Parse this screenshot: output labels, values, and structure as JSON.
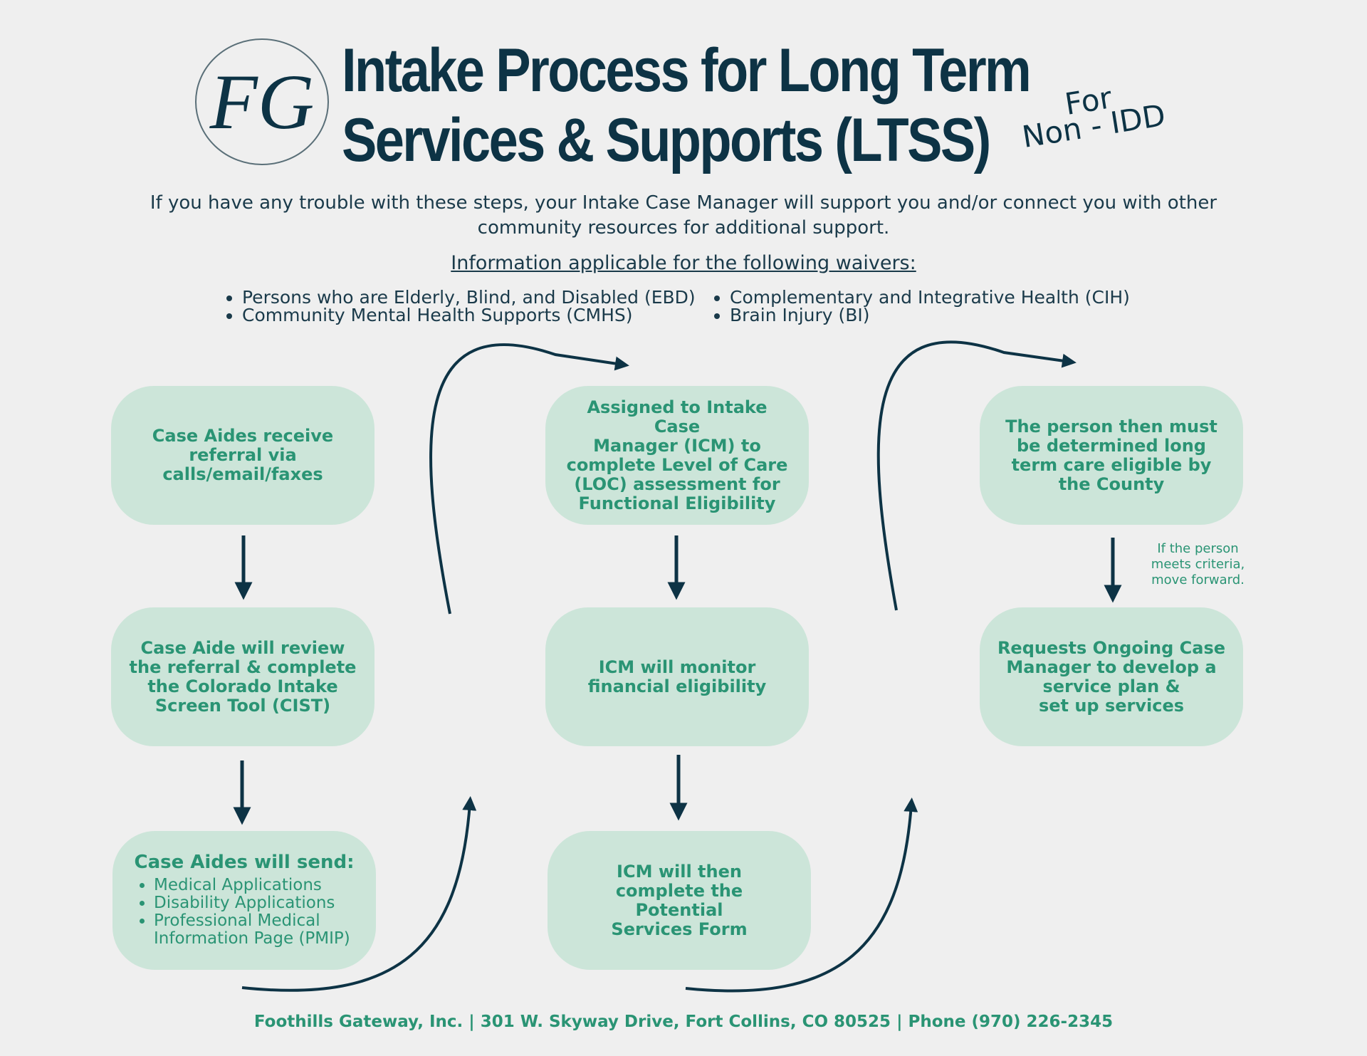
{
  "header": {
    "logo_letters": "FG",
    "title_line1": "Intake Process for Long Term",
    "title_line2": "Services & Supports (LTSS)",
    "for_word": "For",
    "for_type": "Non - IDD"
  },
  "intro": "If you have any trouble with these steps, your Intake Case Manager will support you and/or connect you with other community resources for additional support.",
  "waivers": {
    "heading": "Information applicable for the following waivers:",
    "col1": [
      "Persons who are Elderly, Blind, and Disabled (EBD)",
      "Community Mental Health Supports (CMHS)"
    ],
    "col2": [
      "Complementary and Integrative Health (CIH)",
      "Brain Injury (BI)"
    ]
  },
  "steps": {
    "receive": "Case Aides receive\nreferral via\ncalls/email/faxes",
    "review": "Case Aide will review\nthe referral & complete\nthe Colorado Intake\nScreen Tool (CIST)",
    "send_title": "Case Aides will send:",
    "send_items": [
      "Medical Applications",
      "Disability Applications",
      "Professional Medical Information Page (PMIP)"
    ],
    "assigned": "Assigned to Intake Case\nManager (ICM) to\ncomplete Level of Care\n(LOC) assessment for\nFunctional Eligibility",
    "monitor": "ICM will monitor\nfinancial eligibility",
    "psf": "ICM will then\ncomplete the\nPotential\nServices Form",
    "county": "The person then must\nbe determined long\nterm care eligible by\nthe County",
    "ongoing": "Requests Ongoing Case\nManager to develop a\nservice plan &\nset up services"
  },
  "criteria_note": "If the person meets criteria, move forward.",
  "footer": "Foothills Gateway, Inc. | 301 W. Skyway Drive, Fort Collins, CO 80525 | Phone (970) 226-2345",
  "colors": {
    "navy": "#0d3345",
    "green_text": "#2a9474",
    "box_fill": "#cce5d9",
    "background": "#efefef"
  }
}
